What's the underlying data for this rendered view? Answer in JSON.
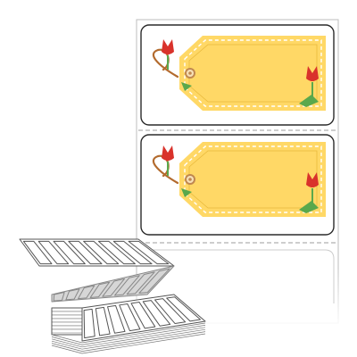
{
  "illustration": {
    "subject": "fanfold-label-product-illustration",
    "label_count_shown": 2,
    "label_shape": "rounded-rectangle",
    "artwork": "gift-tag-with-tulips"
  },
  "colors": {
    "background": "#ffffff",
    "liner": "#ffffff",
    "liner_edge": "#bdbdbd",
    "label_border": "#2b2b2b",
    "perforation": "#9e9e9e",
    "tag_fill": "#ffd866",
    "tag_stitch": "#ffffff",
    "tag_inner_line": "#e8b93c",
    "eyelet": "#c08850",
    "string": "#b36b2e",
    "tulip_red": "#d9322b",
    "leaf_green": "#5aa84c",
    "fan_top_face": "#ffffff",
    "fan_middle_face": "#d6d6d6",
    "fan_bottom_face": "#ffffff",
    "fan_edge": "#555555",
    "stack_side": "#bdbdbd"
  }
}
